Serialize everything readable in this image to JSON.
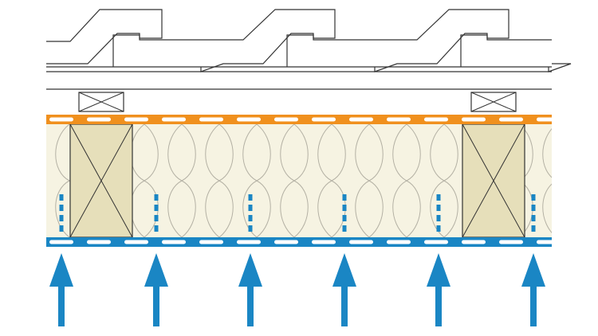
{
  "diagram": {
    "components": [
      "roof-tiles",
      "roof-battens",
      "counter-battens",
      "outer-membrane",
      "insulation",
      "rafters",
      "inner-vapour-control-layer",
      "airflow-arrows"
    ],
    "colors": {
      "background": "#ffffff",
      "outline": "#333333",
      "outer_membrane": "#f0901e",
      "inner_membrane": "#1a86c4",
      "insulation_fill": "#f6f3e2",
      "insulation_lines": "#b4b1a4",
      "rafter_fill": "#e6dfba",
      "airflow": "#1a86c4",
      "dash": "#ffffff"
    },
    "icons": {
      "counter_batten": "crossed-box-icon",
      "rafter": "crossed-box-icon",
      "airflow": "up-arrow-icon"
    }
  }
}
